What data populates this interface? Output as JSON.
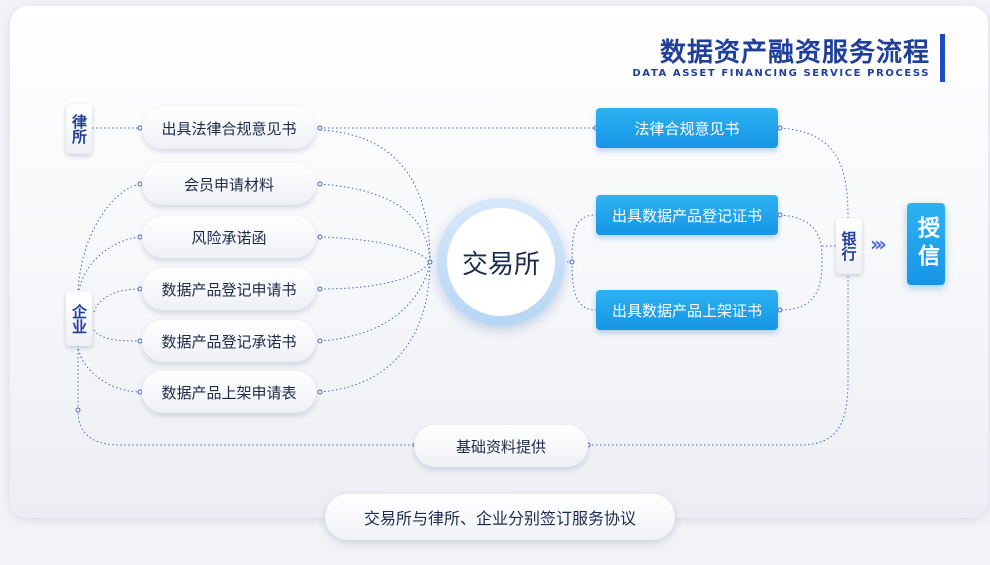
{
  "title": {
    "cn": "数据资产融资服务流程",
    "en": "DATA ASSET FINANCING SERVICE PROCESS"
  },
  "parties": {
    "law_firm": "律所",
    "enterprise": "企业",
    "exchange": "交易所",
    "bank": "银行",
    "credit": "授信"
  },
  "left_documents": {
    "legal_opinion": "出具法律合规意见书",
    "member_application": "会员申请材料",
    "risk_commitment": "风险承诺函",
    "registration_application": "数据产品登记申请书",
    "registration_commitment": "数据产品登记承诺书",
    "listing_application": "数据产品上架申请表"
  },
  "right_documents": {
    "legal_opinion": "法律合规意见书",
    "registration_certificate": "出具数据产品登记证书",
    "listing_certificate": "出具数据产品上架证书"
  },
  "basic_info": "基础资料提供",
  "agreement": "交易所与律所、企业分别签订服务协议",
  "colors": {
    "title": "#1f3f9a",
    "accent_blue": "#1e9fea",
    "connector": "#4a66c8"
  }
}
